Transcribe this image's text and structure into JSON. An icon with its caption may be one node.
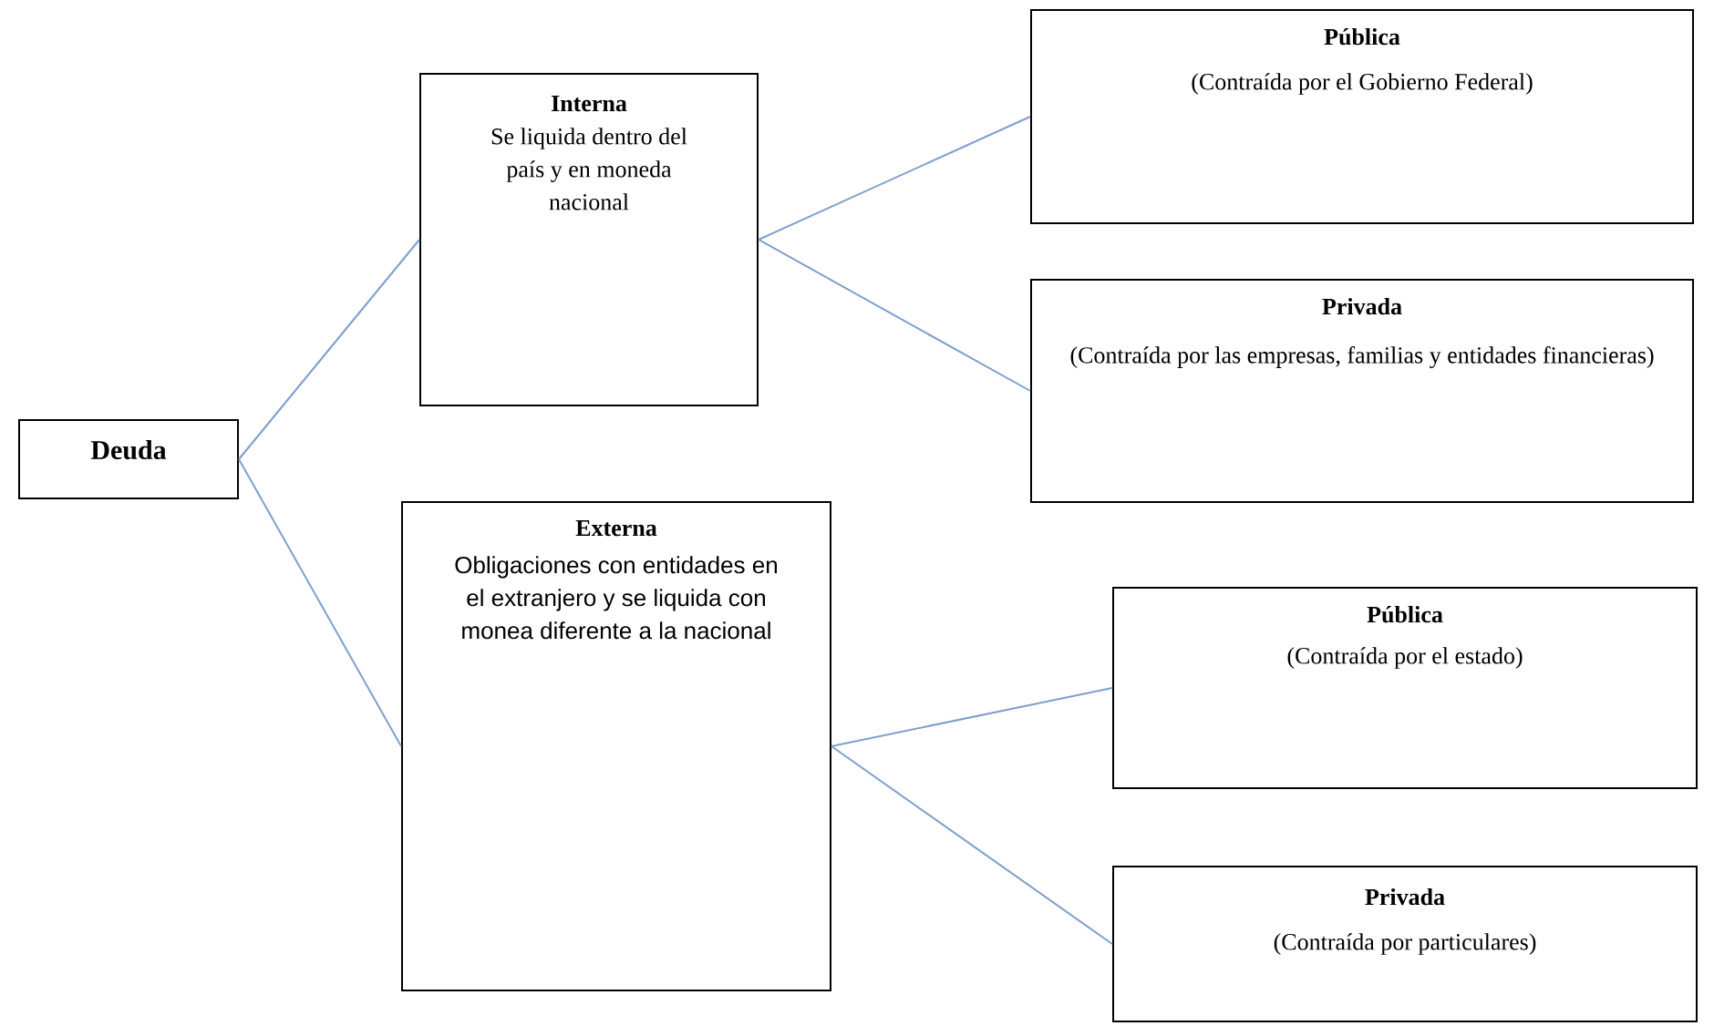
{
  "diagram": {
    "nodes": [
      {
        "text": [
          "Deuda"
        ]
      },
      {
        "text": [
          "Interna",
          "Se liquida dentro del país y en moneda nacional"
        ]
      },
      {
        "text": [
          "Externa",
          "Obligaciones con entidades en el extranjero y se liquida con monea diferente a la nacional"
        ]
      },
      {
        "text": [
          "Pública",
          "(Contraída por el Gobierno Federal)"
        ]
      },
      {
        "text": [
          "Privada",
          "(Contraída por las empresas, familias y entidades financieras)"
        ]
      },
      {
        "text": [
          "Pública",
          "(Contraída por el estado)"
        ]
      },
      {
        "text": [
          "Privada",
          "(Contraída por particulares)"
        ]
      }
    ],
    "edges": [
      {
        "from": 0,
        "to": 1,
        "arrow": "none"
      },
      {
        "from": 0,
        "to": 2,
        "arrow": "none"
      },
      {
        "from": 1,
        "to": 3,
        "arrow": "none"
      },
      {
        "from": 1,
        "to": 4,
        "arrow": "none"
      },
      {
        "from": 2,
        "to": 5,
        "arrow": "none"
      },
      {
        "from": 2,
        "to": 6,
        "arrow": "none"
      }
    ]
  }
}
